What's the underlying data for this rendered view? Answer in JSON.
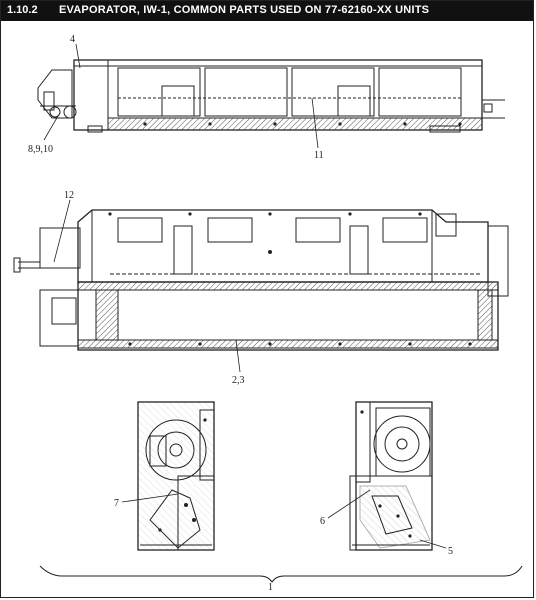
{
  "header": {
    "section_number": "1.10.2",
    "title": "EVAPORATOR, IW-1,  COMMON PARTS USED ON 77-62160-XX UNITS"
  },
  "callouts": {
    "c4": "4",
    "c8910": "8,9,10",
    "c11": "11",
    "c12": "12",
    "c23": "2,3",
    "c7": "7",
    "c6": "6",
    "c5": "5",
    "c1": "1"
  },
  "colors": {
    "header_bg": "#111111",
    "header_text": "#ffffff",
    "line": "#222222"
  }
}
